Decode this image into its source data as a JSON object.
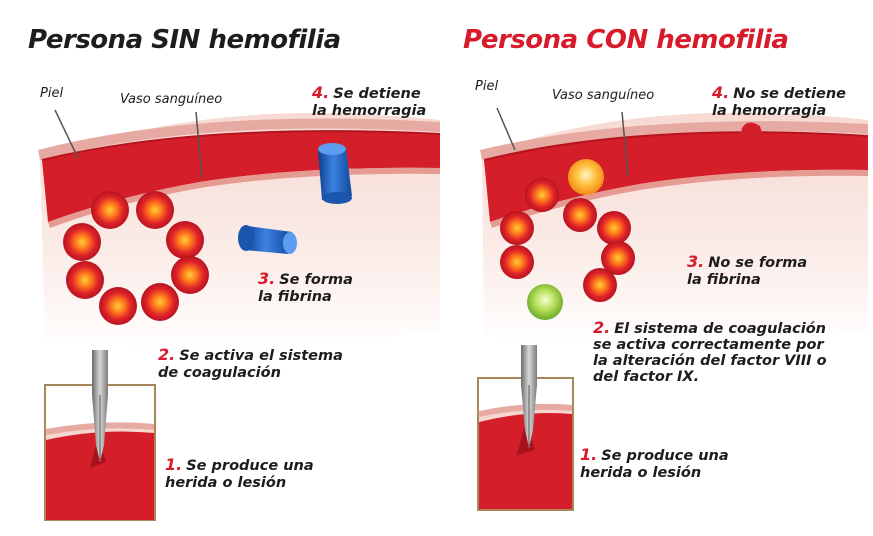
{
  "left": {
    "title": "Persona SIN hemofilia",
    "labels": {
      "skin": "Piel",
      "vessel": "Vaso sanguíneo"
    },
    "steps": [
      {
        "num": "1.",
        "line1": "Se produce una",
        "line2": "herida o lesión"
      },
      {
        "num": "2.",
        "line1": "Se activa el sistema",
        "line2": "de coagulación"
      },
      {
        "num": "3.",
        "line1": "Se forma",
        "line2": "la fibrina"
      },
      {
        "num": "4.",
        "line1": "Se detiene",
        "line2": "la hemorragia"
      }
    ]
  },
  "right": {
    "title": "Persona CON hemofilia",
    "labels": {
      "skin": "Piel",
      "vessel": "Vaso sanguíneo"
    },
    "steps": [
      {
        "num": "1.",
        "line1": "Se produce una",
        "line2": "herida o lesión"
      },
      {
        "num": "2.",
        "line1": "El sistema de coagulación",
        "line2": "se activa correctamente por",
        "line3": "la alteración del factor VIII o",
        "line4": "del factor IX."
      },
      {
        "num": "3.",
        "line1": "No se forma",
        "line2": "la fibrina"
      },
      {
        "num": "4.",
        "line1": "No se detiene",
        "line2": "la hemorragia"
      }
    ]
  },
  "colors": {
    "accent": "#d81b2b",
    "blood": "#d41f2b",
    "fibrin": "#1f5fb8"
  }
}
